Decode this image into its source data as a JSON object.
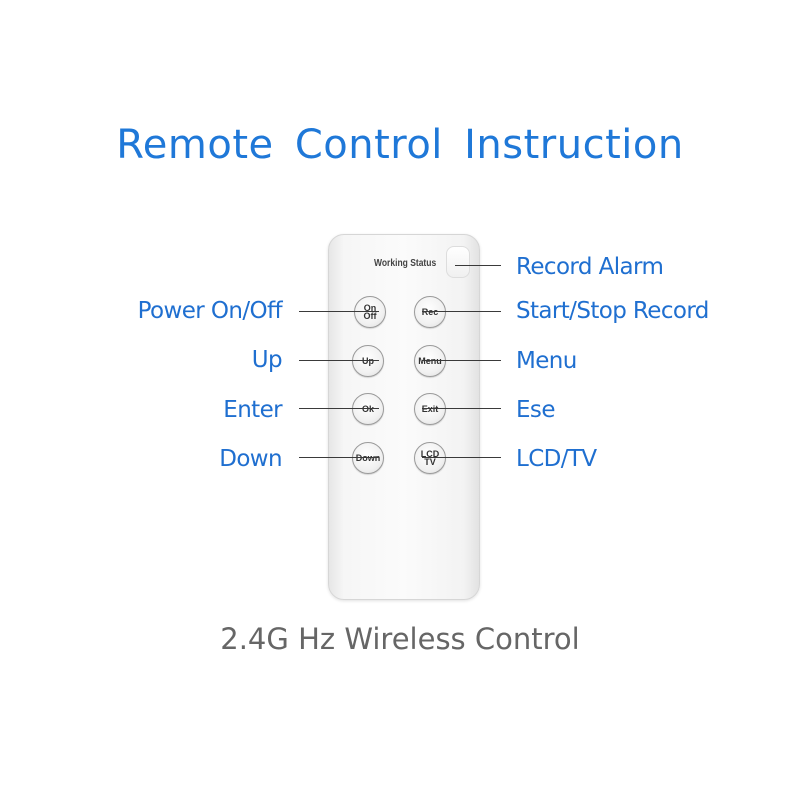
{
  "title": "Remote Control Instruction",
  "subtitle": "2.4G Hz Wireless Control",
  "remote": {
    "status_text": "Working Status",
    "buttons": {
      "on_off": "On\nOff",
      "rec": "Rec",
      "up": "Up",
      "menu": "Menu",
      "ok": "Ok",
      "exit": "Exit",
      "down": "Down",
      "lcd_tv": "LCD\nTV"
    }
  },
  "labels": {
    "left": {
      "power": "Power On/Off",
      "up": "Up",
      "enter": "Enter",
      "down": "Down"
    },
    "right": {
      "record_alarm": "Record Alarm",
      "start_stop": "Start/Stop Record",
      "menu": "Menu",
      "ese": "Ese",
      "lcd_tv": "LCD/TV"
    }
  },
  "colors": {
    "title": "#1f78d8",
    "labels": "#1f6fd0",
    "subtitle": "#666666",
    "remote_body": "#f8f8f8"
  }
}
